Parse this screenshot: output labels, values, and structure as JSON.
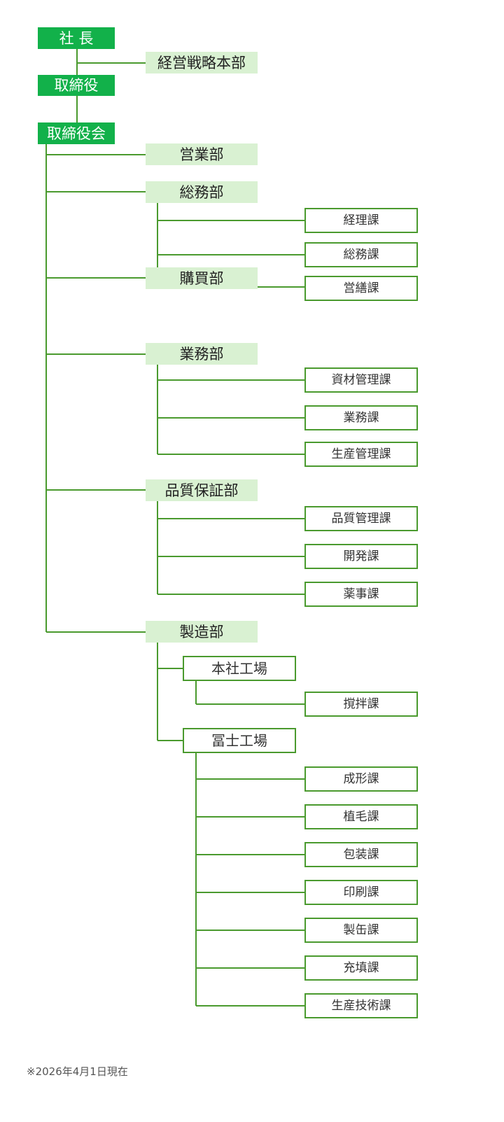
{
  "colors": {
    "line": "#4a9a2e",
    "top_fill": "#12b14a",
    "dept_fill": "#d9f1d2",
    "section_border": "#4a9a2e"
  },
  "top": {
    "president": "社 長",
    "strategy_hq": "経営戦略本部",
    "director": "取締役",
    "board": "取締役会"
  },
  "departments": {
    "sales": "営業部",
    "general_affairs": "総務部",
    "purchasing": "購買部",
    "operations": "業務部",
    "quality": "品質保証部",
    "manufacturing": "製造部"
  },
  "sections": {
    "accounting": "経理課",
    "general": "総務課",
    "maintenance": "営繕課",
    "materials": "資材管理課",
    "operations": "業務課",
    "production_control": "生産管理課",
    "quality_control": "品質管理課",
    "development": "開発課",
    "pharma": "薬事課",
    "mixing": "撹拌課",
    "molding": "成形課",
    "bristle": "植毛課",
    "packaging": "包装課",
    "printing": "印刷課",
    "canning": "製缶課",
    "filling": "充填課",
    "production_tech": "生産技術課"
  },
  "plants": {
    "head_office": "本社工場",
    "fuji": "冨士工場"
  },
  "footnote": "※2026年4月1日現在"
}
